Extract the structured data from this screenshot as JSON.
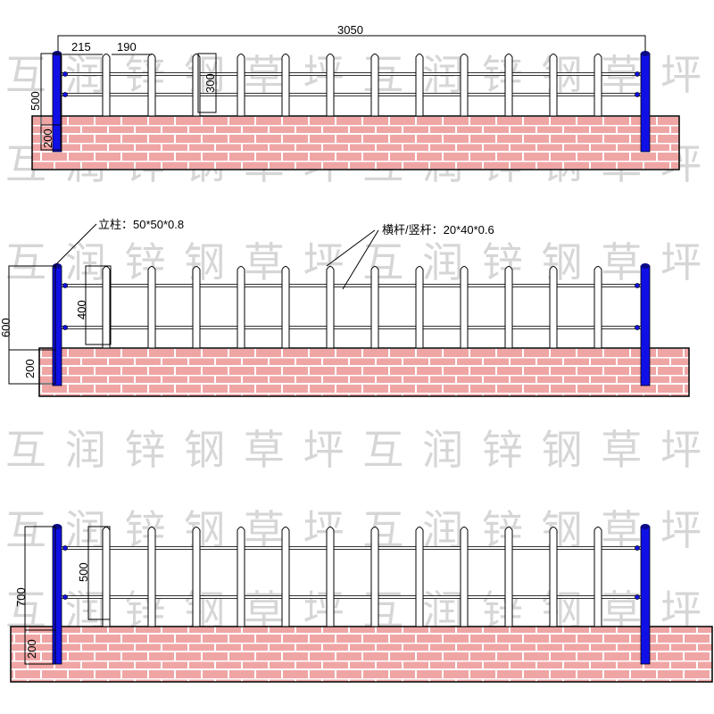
{
  "colors": {
    "post": "#1010e6",
    "brick": "#f0a5a5",
    "mortar": "#ffffff",
    "line": "#000000",
    "watermark": "#d6d6d6"
  },
  "watermark_text": "互润锌钢草坪",
  "specs": {
    "post": "立柱：50*50*0.8",
    "rails": "横杆/竖杆：20*40*0.6"
  },
  "fences": [
    {
      "id": "fence-1",
      "dims": {
        "total_length": "3050",
        "end_gap": "215",
        "picket_pitch": "190",
        "height": "500",
        "rail_spacing": "300",
        "base_height": "200"
      }
    },
    {
      "id": "fence-2",
      "dims": {
        "height": "600",
        "rail_spacing": "400",
        "base_height": "200"
      }
    },
    {
      "id": "fence-3",
      "dims": {
        "height": "700",
        "rail_spacing": "500",
        "base_height": "200"
      }
    }
  ]
}
